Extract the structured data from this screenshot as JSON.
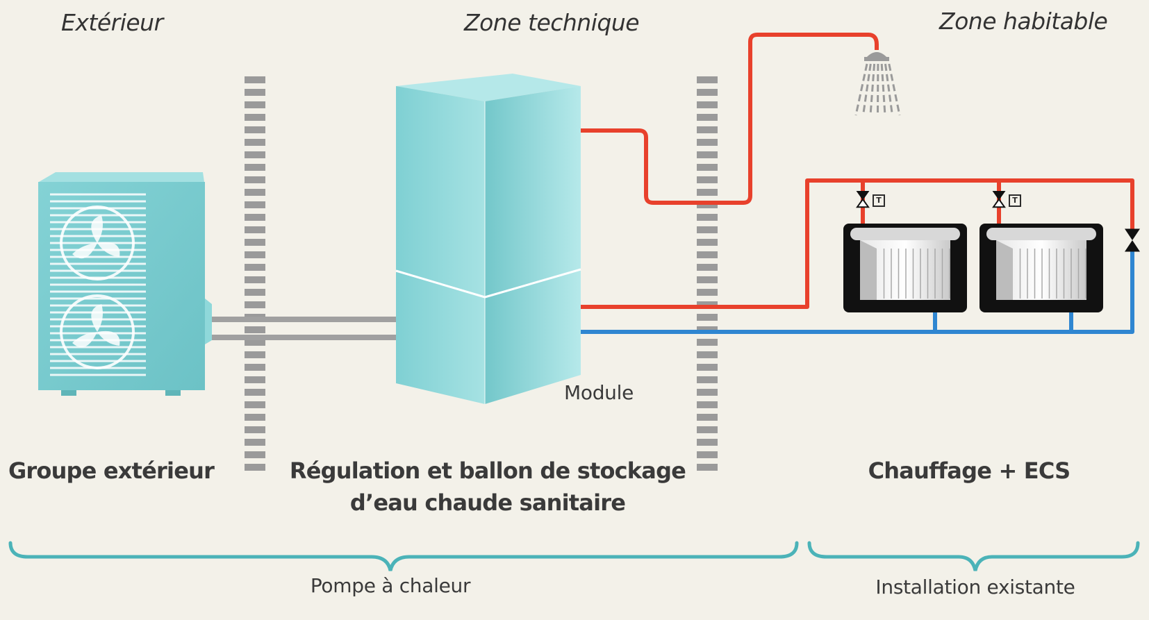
{
  "zones": {
    "exterior": "Extérieur",
    "technical": "Zone technique",
    "living": "Zone habitable"
  },
  "components": {
    "module_label": "Module",
    "outdoor_unit": "Groupe extérieur",
    "storage_line1": "Régulation et ballon de stockage",
    "storage_line2": "d’eau chaude sanitaire",
    "heating": "Chauffage + ECS"
  },
  "groups": {
    "heat_pump": "Pompe à chaleur",
    "existing": "Installation existante"
  },
  "thermostat_mark": "T",
  "colors": {
    "background": "#f3f1e9",
    "hot_pipe": "#e8412c",
    "cold_pipe": "#2f86d1",
    "teal": "#8fd8da",
    "brace": "#4bb3b8",
    "wall": "#9a9a9a",
    "refrigerant_pipe": "#a0a0a0"
  },
  "icons": {
    "outdoor_unit": "heat-pump-outdoor-unit-icon",
    "tank": "storage-tank-icon",
    "shower": "shower-head-icon",
    "radiator": "radiator-icon",
    "valve": "valve-icon"
  }
}
